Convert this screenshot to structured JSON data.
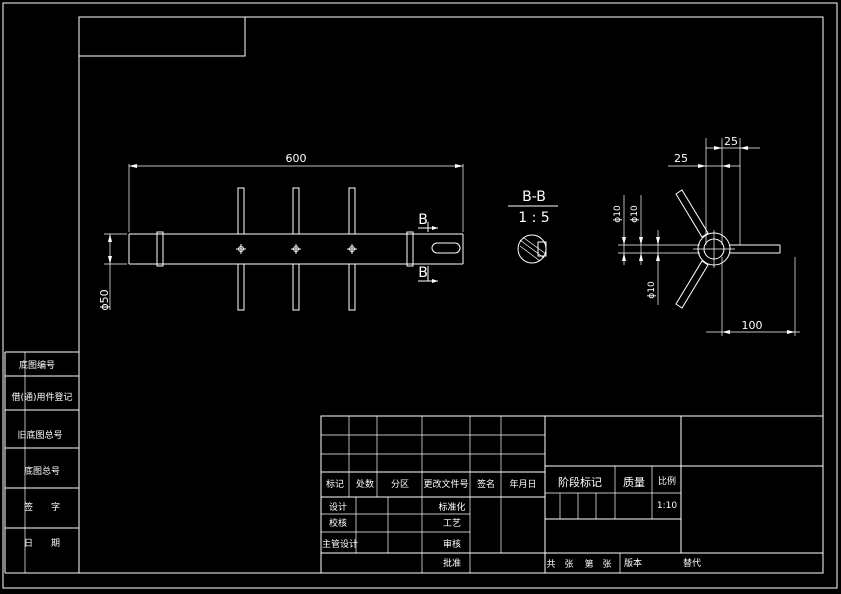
{
  "drawing": {
    "dimensions": {
      "overall_length": "600",
      "diameter": "ϕ50",
      "top_right_a": "25",
      "top_right_b": "25",
      "blade_length": "100",
      "side_d1": "ϕ10",
      "side_d2": "ϕ10",
      "side_d3": "ϕ10"
    },
    "section": {
      "title": "B-B",
      "scale": "1 : 5",
      "marker_top": "B",
      "marker_bottom": "B"
    }
  },
  "left_stamp": {
    "rows": [
      "底图编号",
      "借(通)用件登记",
      "旧底图总号",
      "底图总号",
      "签　　字",
      "日　　期"
    ]
  },
  "title_block": {
    "rev_headers": [
      "标记",
      "处数",
      "分区",
      "更改文件号",
      "签名",
      "年月日"
    ],
    "roles_left": [
      "设计",
      "校核",
      "主管设计"
    ],
    "roles_mid": [
      "标准化",
      "工艺",
      "审核",
      "批准"
    ],
    "stage_mark": "阶段标记",
    "weight": "质量",
    "scale_label": "比例",
    "scale_value": "1:10",
    "sheet_total": "共　张",
    "sheet_num": "第　张",
    "version": "版本",
    "replace": "替代"
  }
}
